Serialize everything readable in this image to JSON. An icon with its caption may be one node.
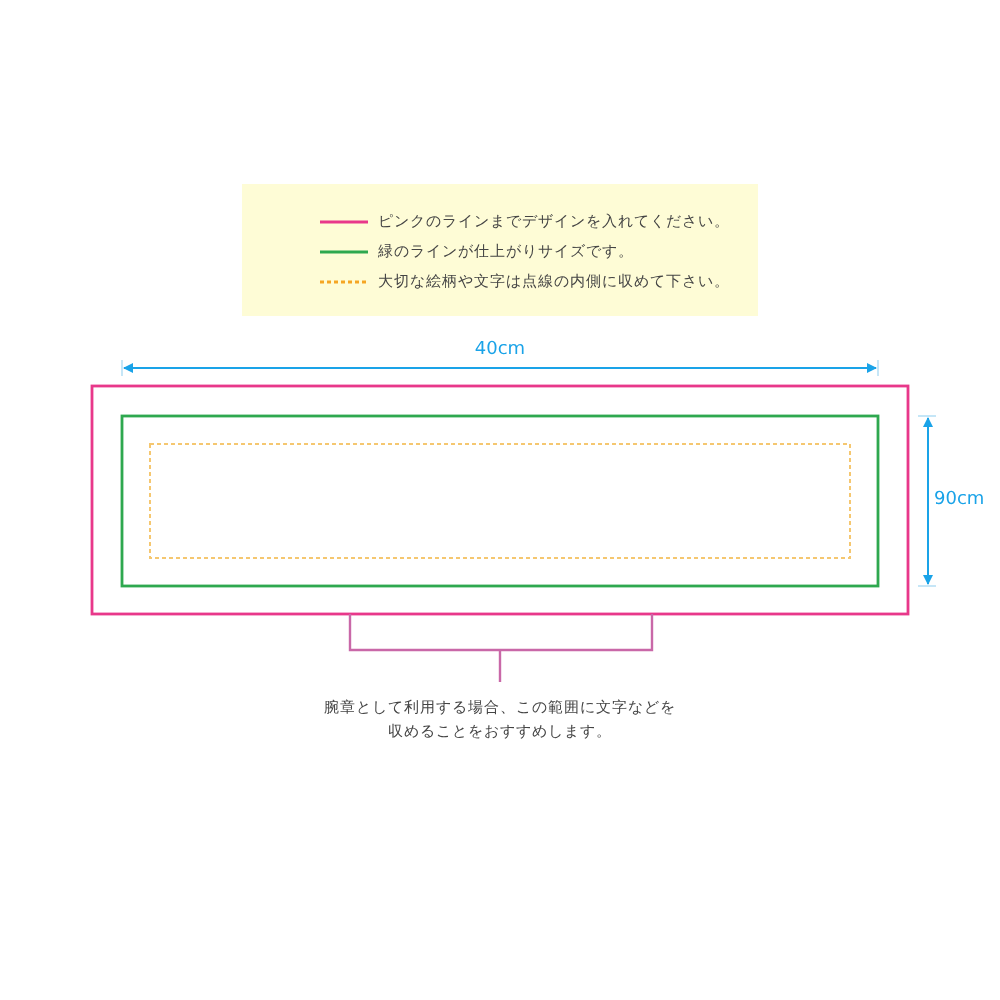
{
  "diagram": {
    "labels": [
      "40cm",
      "90cm",
      "腕章として利用する場合、この範囲に文字などを収めることをおすすめします。"
    ],
    "legend": [
      {
        "text": "ピンクのラインまでデザインを入れてください。"
      },
      {
        "text": "緑のラインが仕上がりサイズです。"
      },
      {
        "text": "大切な絵柄や文字は点線の内側に収めて下さい。"
      }
    ]
  }
}
